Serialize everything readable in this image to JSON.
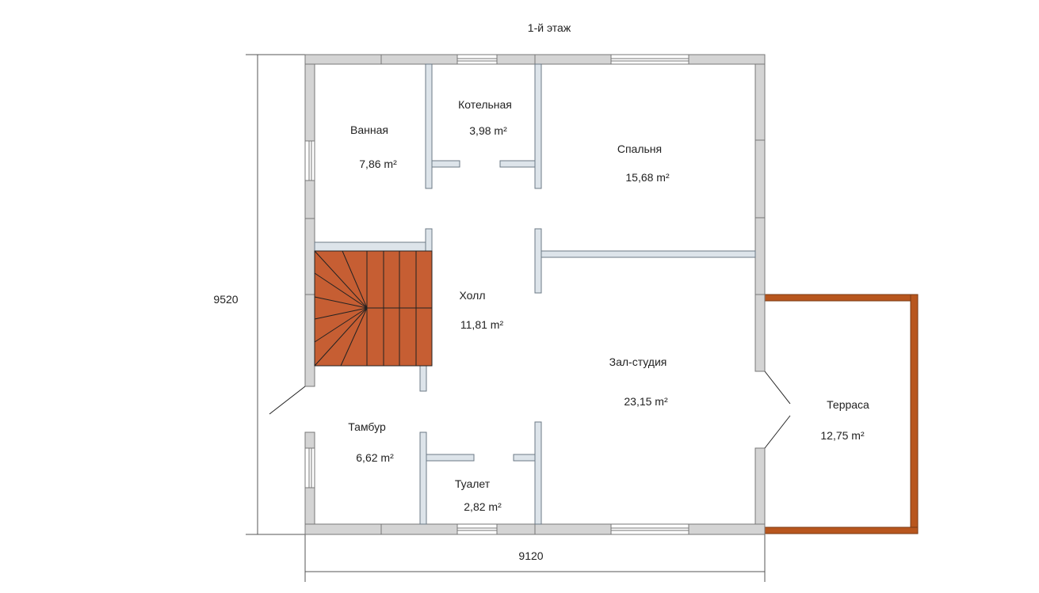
{
  "title": "1-й этаж",
  "dimensions": {
    "height": "9520",
    "width": "9120"
  },
  "rooms": [
    {
      "name": "Ванная",
      "area": "7,86 m²"
    },
    {
      "name": "Котельная",
      "area": "3,98 m²"
    },
    {
      "name": "Спальня",
      "area": "15,68 m²"
    },
    {
      "name": "Холл",
      "area": "11,81 m²"
    },
    {
      "name": "Зал-студия",
      "area": "23,15 m²"
    },
    {
      "name": "Тамбур",
      "area": "6,62 m²"
    },
    {
      "name": "Туалет",
      "area": "2,82 m²"
    },
    {
      "name": "Терраса",
      "area": "12,75 m²"
    }
  ],
  "colors": {
    "wall": "#d4d4d4",
    "partition": "#dde4ea",
    "stair": "#c65e33",
    "terrace": "#b8561e"
  }
}
